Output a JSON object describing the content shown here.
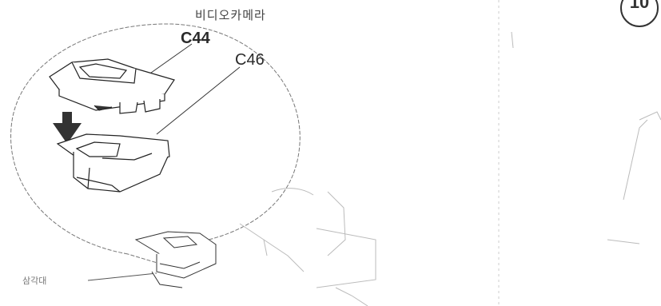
{
  "labels": {
    "top_label": "비디오카메라",
    "part_c44": "C44",
    "part_c46": "C46",
    "bottom_label": "삼각대"
  },
  "step_number": "10"
}
